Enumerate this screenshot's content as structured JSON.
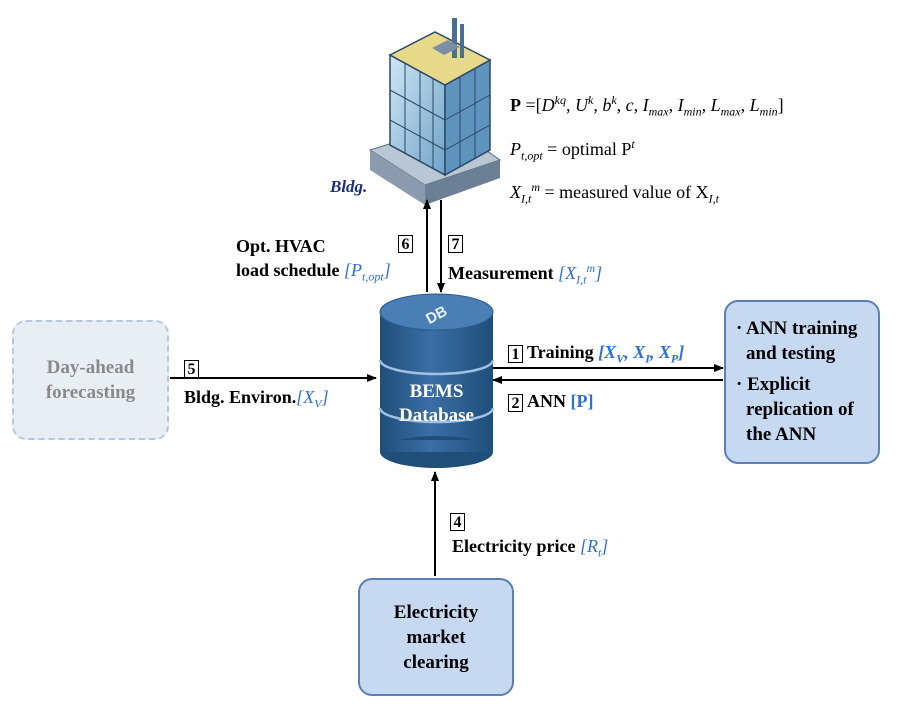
{
  "building": {
    "label": "Bldg."
  },
  "legend": {
    "line1": {
      "bold_p": "P",
      "rest": " =[",
      "items": "D",
      "sup1": "kq",
      "t2": ", U",
      "sup2": "k",
      "t3": ", b",
      "sup3": "k",
      "t4": ", c, I",
      "sub4": "max",
      "t5": ", I",
      "sub5": "min",
      "t6": ", L",
      "sub6": "max",
      "t7": ", L",
      "sub7": "min",
      "t8": "]"
    },
    "line2": {
      "p": "P",
      "sub": "t,opt",
      "eq": " = optimal P",
      "sup": "t"
    },
    "line3": {
      "x": "X",
      "sub": "I,t",
      "sup": "m",
      "eq": " = measured value of X",
      "sub2": "I,t"
    }
  },
  "flows": {
    "f6": {
      "num": "6",
      "label_l1": "Opt. HVAC",
      "label_l2": "load schedule ",
      "var": "[P",
      "var_sub": "t,opt",
      "var_end": "]"
    },
    "f7": {
      "num": "7",
      "label": "Measurement ",
      "var": "[X",
      "var_sub": "I,t",
      "var_sup": "m",
      "var_end": "]"
    },
    "f5": {
      "num": "5",
      "label": "Bldg. Environ.",
      "var": "[X",
      "var_sub": "V",
      "var_end": "]"
    },
    "f1": {
      "num": "1",
      "label": "Training ",
      "var": "[X",
      "s1": "V",
      "c1": ", X",
      "s2": "I",
      "c2": ", X",
      "s3": "P",
      "var_end": "]"
    },
    "f2": {
      "num": "2",
      "label": "ANN ",
      "var": "[P]"
    },
    "f4": {
      "num": "4",
      "label": "Electricity price ",
      "var": "[R",
      "var_sub": "t",
      "var_end": "]"
    }
  },
  "database": {
    "icon_text": "DB",
    "line1": "BEMS",
    "line2": "Database"
  },
  "boxes": {
    "forecast": {
      "line1": "Day-ahead",
      "line2": "forecasting"
    },
    "ann": {
      "b1": "· ANN training",
      "b1b": "and testing",
      "b2": "· Explicit",
      "b2b": "replication of",
      "b2c": "the ANN"
    },
    "market": {
      "line1": "Electricity",
      "line2": "market",
      "line3": "clearing"
    }
  },
  "colors": {
    "accent_blue": "#2e6fd6",
    "box_fill": "#c6d9f1",
    "box_border": "#5b7fb5",
    "db_dark": "#1f4e79",
    "db_light": "#4a7fb5",
    "forecast_fill": "#e9eef5"
  }
}
